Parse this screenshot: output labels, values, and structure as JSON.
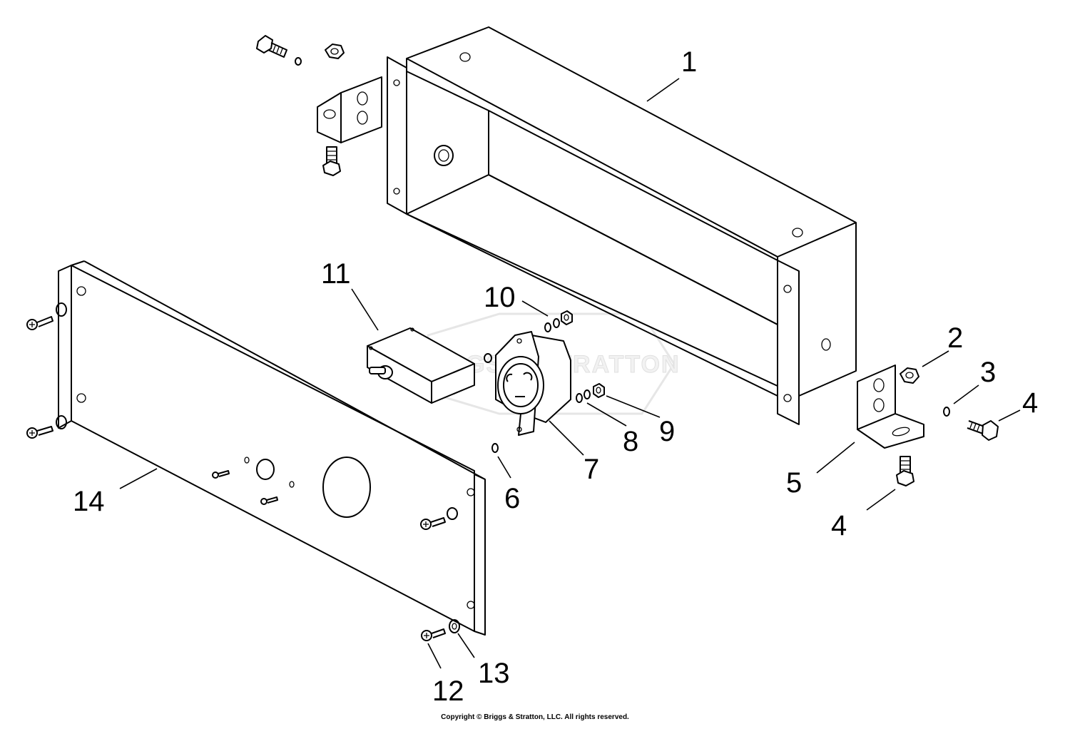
{
  "diagram": {
    "callouts": [
      {
        "id": "c1",
        "label": "1"
      },
      {
        "id": "c2",
        "label": "2"
      },
      {
        "id": "c3",
        "label": "3"
      },
      {
        "id": "c4a",
        "label": "4"
      },
      {
        "id": "c4b",
        "label": "4"
      },
      {
        "id": "c5",
        "label": "5"
      },
      {
        "id": "c6",
        "label": "6"
      },
      {
        "id": "c7",
        "label": "7"
      },
      {
        "id": "c8",
        "label": "8"
      },
      {
        "id": "c9",
        "label": "9"
      },
      {
        "id": "c10",
        "label": "10"
      },
      {
        "id": "c11",
        "label": "11"
      },
      {
        "id": "c12",
        "label": "12"
      },
      {
        "id": "c13",
        "label": "13"
      },
      {
        "id": "c14",
        "label": "14"
      }
    ],
    "watermark": "BRIGGS & STRATTON",
    "copyright": "Copyright © Briggs & Stratton, LLC. All rights reserved."
  }
}
